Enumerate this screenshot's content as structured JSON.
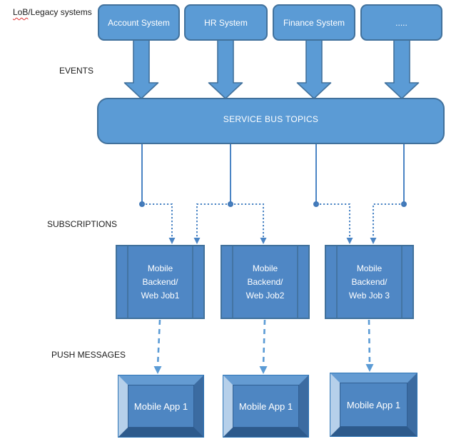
{
  "title": "LoB systems to mobile apps push-notification architecture diagram",
  "labels": {
    "lob_first": "LoB",
    "lob_rest": "/Legacy systems",
    "events": "EVENTS",
    "subscriptions": "SUBSCRIPTIONS",
    "push_messages": "PUSH MESSAGES"
  },
  "sources": [
    {
      "label": "Account System"
    },
    {
      "label": "HR System"
    },
    {
      "label": "Finance System"
    },
    {
      "label": "....."
    }
  ],
  "bus": {
    "label": "SERVICE BUS TOPICS"
  },
  "backends": [
    {
      "line1": "Mobile",
      "line2": "Backend/",
      "line3": "Web Job1"
    },
    {
      "line1": "Mobile",
      "line2": "Backend/",
      "line3": "Web Job2"
    },
    {
      "line1": "Mobile",
      "line2": "Backend/",
      "line3": "Web Job 3"
    }
  ],
  "apps": [
    {
      "label": "Mobile App 1"
    },
    {
      "label": "Mobile App 1"
    },
    {
      "label": "Mobile App 1"
    }
  ],
  "flows": {
    "events": [
      "Account System -> SERVICE BUS TOPICS",
      "HR System -> SERVICE BUS TOPICS",
      "Finance System -> SERVICE BUS TOPICS",
      "..... -> SERVICE BUS TOPICS"
    ],
    "subscriptions": [
      "topic1 -> Web Job1",
      "topic2 -> Web Job1",
      "topic2 -> Web Job2",
      "topic3 -> Web Job 3",
      "topic4 -> Web Job 3"
    ],
    "push": [
      "Web Job1 -> Mobile App 1",
      "Web Job2 -> Mobile App 1",
      "Web Job 3 -> Mobile App 1"
    ]
  },
  "colors": {
    "shape_fill": "#5b9bd5",
    "shape_border": "#41719c",
    "backend_fill": "#4f87c5",
    "connector_blue": "#4a84c4",
    "app_inner": "#4e86c2",
    "app_bevel_light": "#b6d0ea",
    "app_bevel_dark": "#2d5a8c",
    "label_text": "#1b1b1b",
    "box_text": "#ffffff",
    "squiggle": "#e03030"
  }
}
